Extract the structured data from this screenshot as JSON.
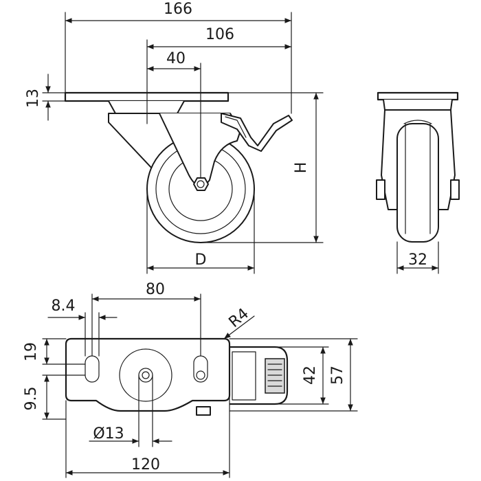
{
  "dimensions": {
    "side_view": {
      "overall_width": "166",
      "plate_width": "106",
      "offset": "40",
      "plate_thickness": "13",
      "height": "H",
      "diameter": "D"
    },
    "front_view": {
      "wheel_width": "32"
    },
    "top_view": {
      "hole_spacing": "80",
      "slot_width": "8.4",
      "hole_offset_top": "19",
      "hole_offset_bottom": "9.5",
      "corner_radius": "R4",
      "hole_row_height": "42",
      "plate_height": "57",
      "bore": "Ø13",
      "plate_length": "120"
    }
  }
}
